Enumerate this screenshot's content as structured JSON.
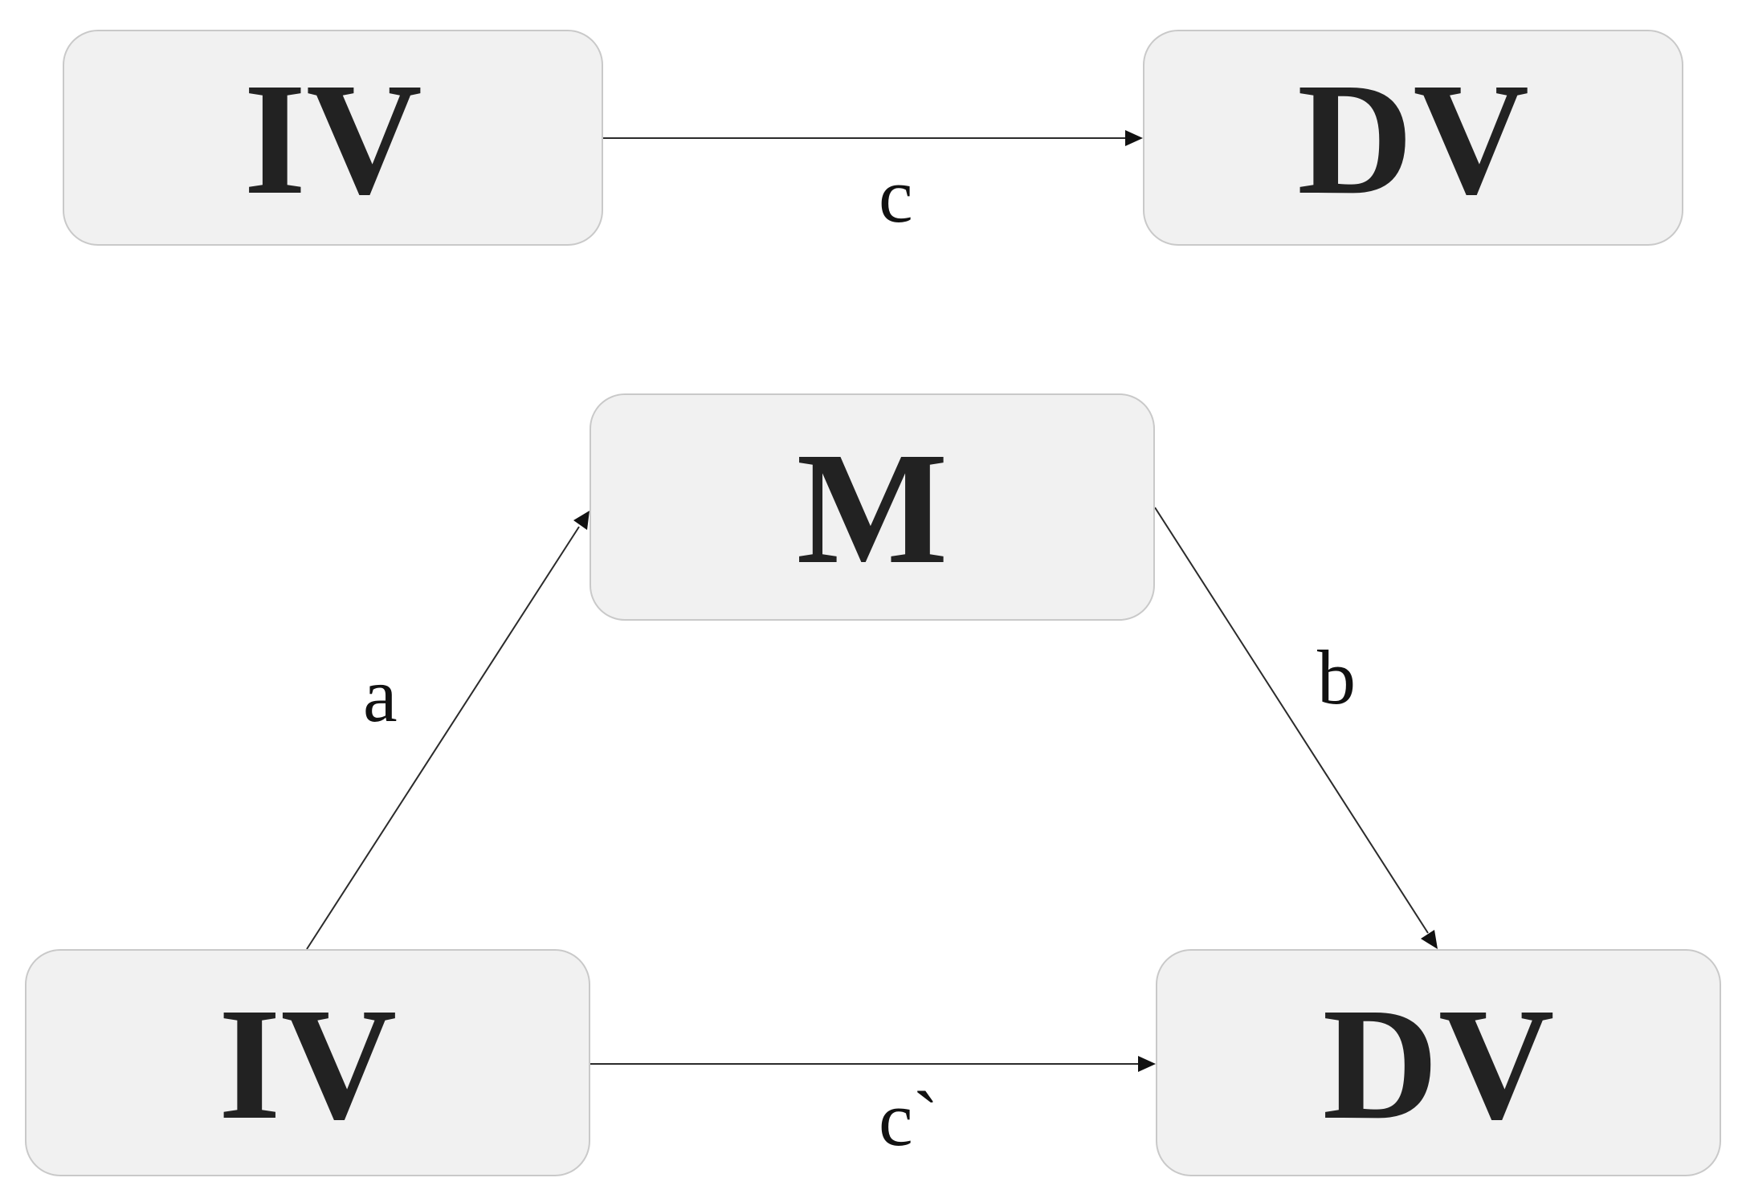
{
  "diagram": {
    "total_effect": {
      "iv_label": "IV",
      "dv_label": "DV",
      "path_c_label": "c"
    },
    "mediation": {
      "m_label": "M",
      "iv_label": "IV",
      "dv_label": "DV",
      "path_a_label": "a",
      "path_b_label": "b",
      "path_c_prime_label": "c`"
    }
  },
  "colors": {
    "node_fill": "#f1f1f1",
    "node_border": "#c9c9c9",
    "text": "#222222",
    "edge": "#2b2b2b"
  }
}
